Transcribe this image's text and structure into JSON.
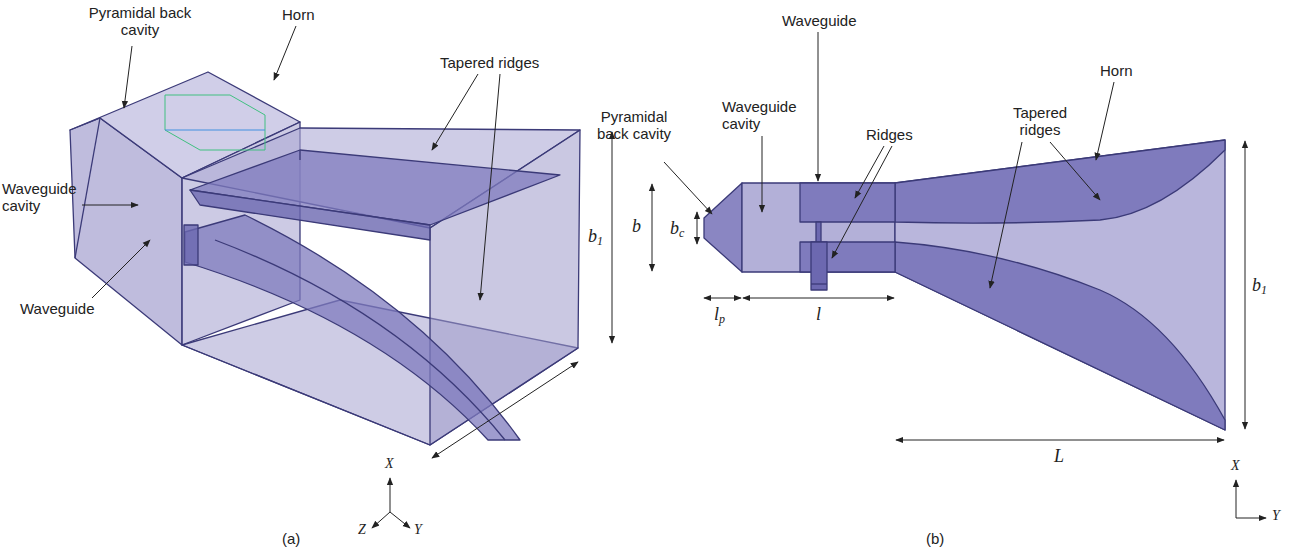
{
  "diagram": {
    "labels": [
      "Pyramidal back cavity",
      "Horn",
      "Tapered ridges",
      "b1",
      "Waveguide cavity",
      "Waveguide",
      "X",
      "Z",
      "Y",
      "(a)",
      "Pyramidal back cavity",
      "Waveguide cavity",
      "Waveguide",
      "Ridges",
      "Horn",
      "Tapered ridges",
      "b",
      "bc",
      "lp",
      "l",
      "L",
      "b1",
      "X",
      "Y",
      "(b)"
    ]
  }
}
